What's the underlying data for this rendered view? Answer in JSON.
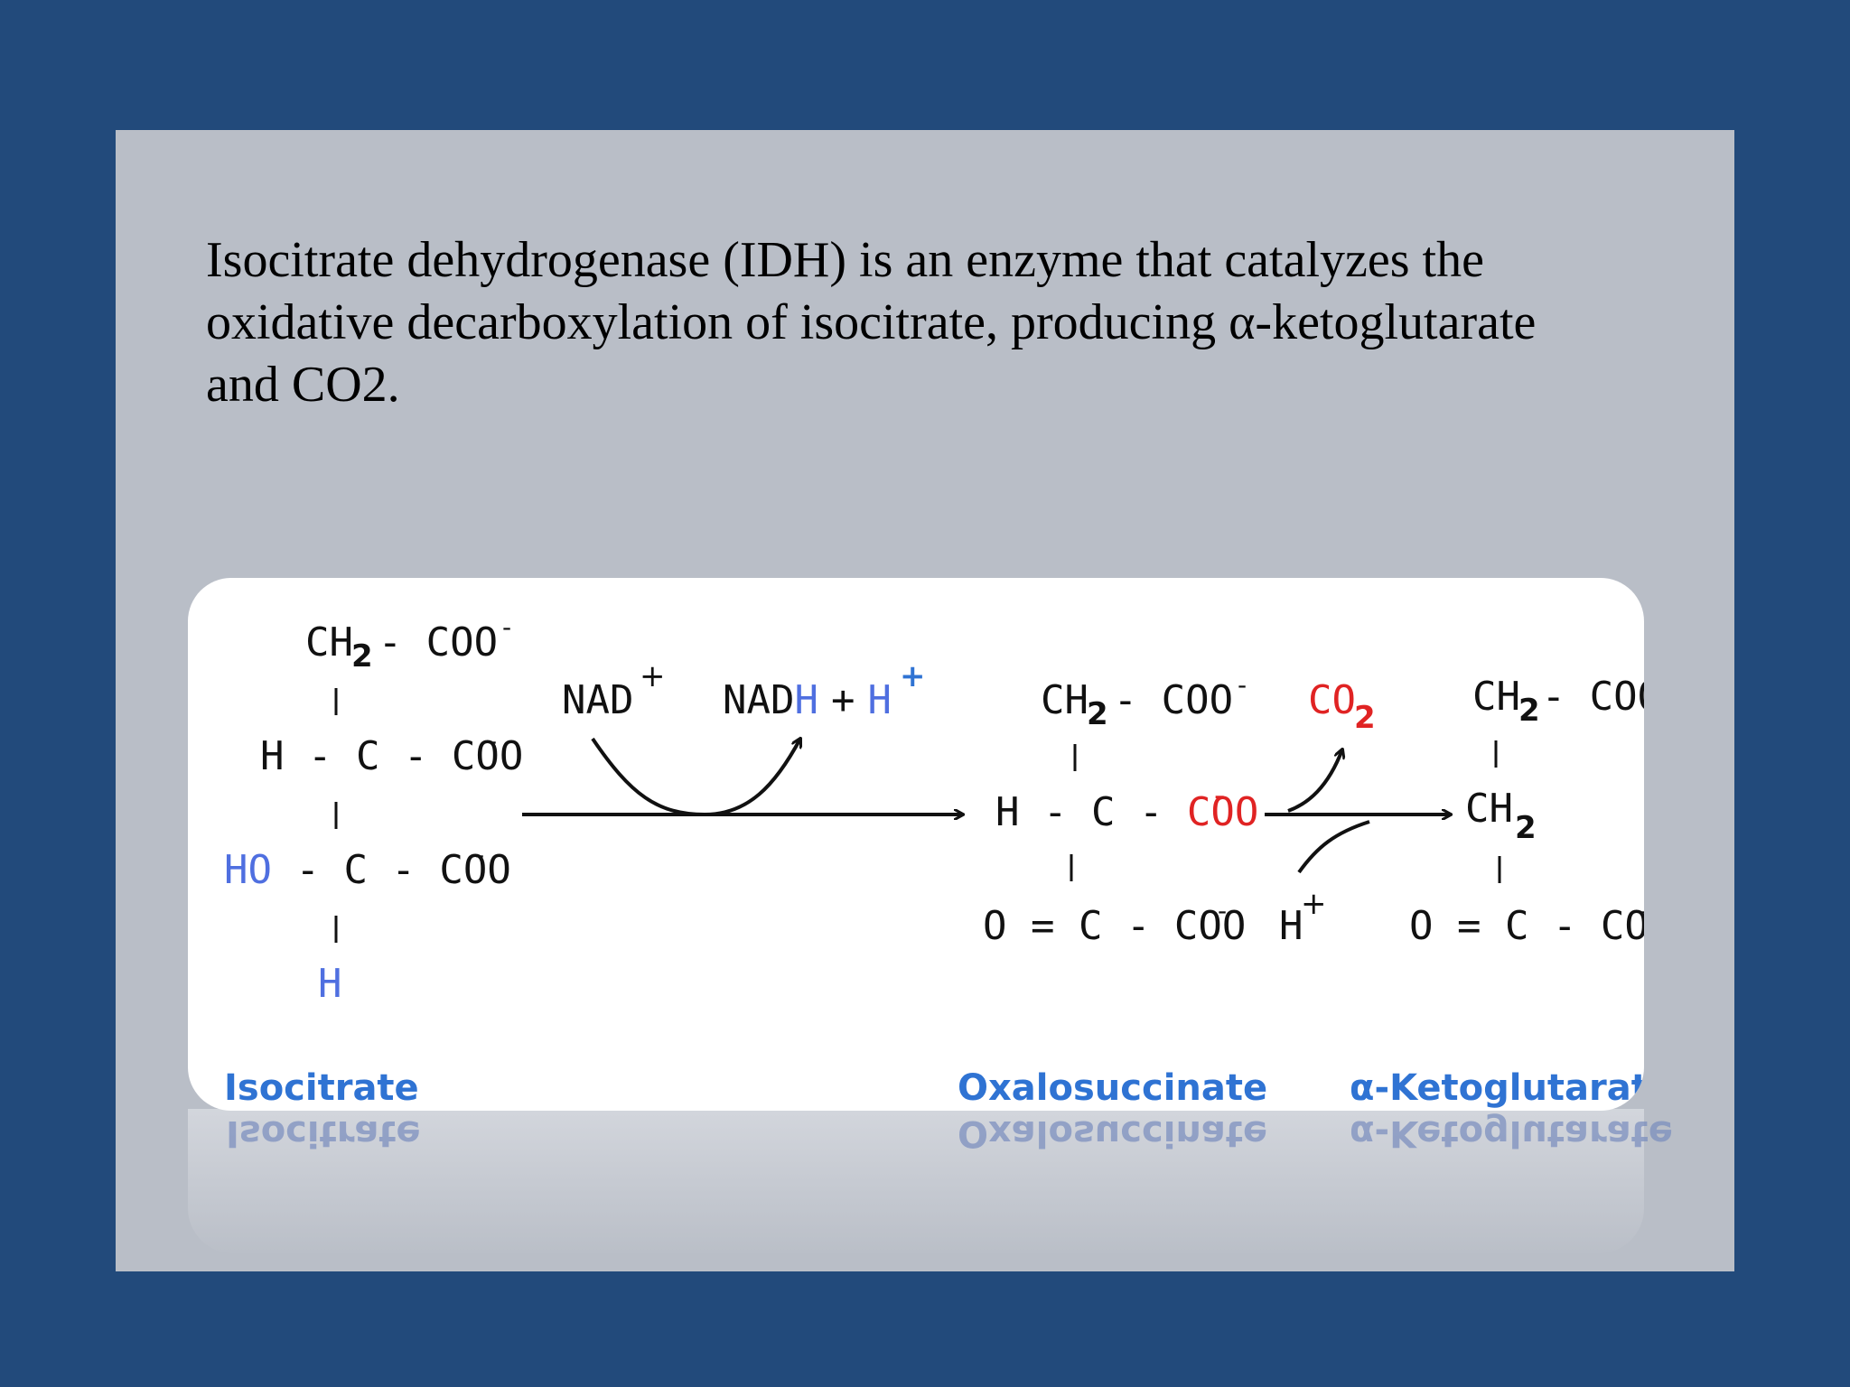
{
  "body_text": {
    "line1": "Isocitrate dehydrogenase (IDH)  is an enzyme that catalyzes the",
    "line2": "oxidative decarboxylation of isocitrate, producing α-ketoglutarate",
    "line3": "and CO2."
  },
  "diagram": {
    "isocitrate": {
      "row1_ch": "CH",
      "row1_sub": "2",
      "row1_tail": "- COO",
      "row2": "H - C - COO",
      "row3_ho": "HO",
      "row3_tail": " - C - COO",
      "row4_h": "H",
      "label": "Isocitrate"
    },
    "reaction1": {
      "nad": "NAD",
      "nadh_nad": "NAD",
      "nadh_h": "H",
      "plus": "+",
      "proton": "H"
    },
    "oxalosuccinate": {
      "row1_ch": "CH",
      "row1_sub": "2",
      "row1_tail": "- COO",
      "row2_head": "H - C - ",
      "row2_coo": "COO",
      "row3": "O = C - COO",
      "label": "Oxalosuccinate"
    },
    "reaction2": {
      "co": "CO",
      "co_sub": "2",
      "proton": "H"
    },
    "ketoglutarate": {
      "row1_ch": "CH",
      "row1_sub": "2",
      "row1_tail": "- COO",
      "row2_ch": "CH",
      "row2_sub": "2",
      "row3": "O = C - COO",
      "label": "α-Ketoglutarate"
    },
    "charge_minus": "-",
    "charge_plus": "+",
    "colors": {
      "label_blue": "#2f73d3",
      "highlight_blue": "#4f6fe0",
      "highlight_red": "#e02323"
    }
  }
}
